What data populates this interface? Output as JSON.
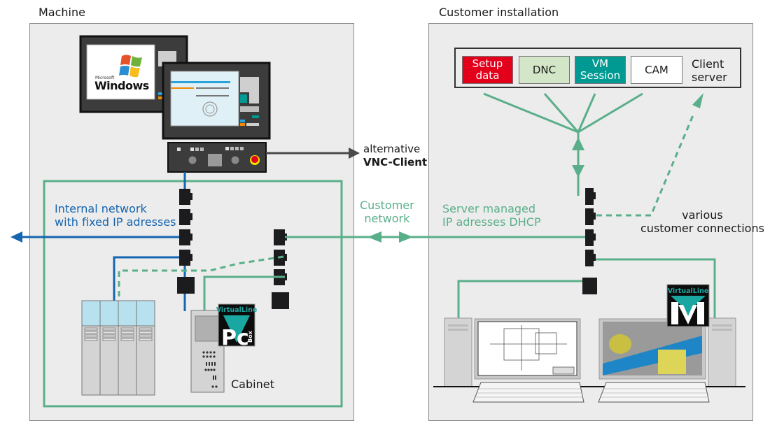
{
  "sections": {
    "machine": {
      "title": "Machine"
    },
    "customer": {
      "title": "Customer installation"
    }
  },
  "client_server": {
    "label_line1": "Client",
    "label_line2": "server",
    "services": [
      {
        "id": "setup-data",
        "line1": "Setup",
        "line2": "data",
        "bg": "#e2001a",
        "fg": "#ffffff"
      },
      {
        "id": "dnc",
        "line1": "DNC",
        "line2": "",
        "bg": "#d3e7c8",
        "fg": "#1a1a1a"
      },
      {
        "id": "vm-session",
        "line1": "VM",
        "line2": "Session",
        "bg": "#009a93",
        "fg": "#ffffff"
      },
      {
        "id": "cam",
        "line1": "CAM",
        "line2": "",
        "bg": "#ffffff",
        "fg": "#1a1a1a"
      }
    ]
  },
  "labels": {
    "vnc_line1": "alternative",
    "vnc_line2": "VNC-Client",
    "internal_line1": "Internal network",
    "internal_line2": "with fixed IP adresses",
    "customer_net_line1": "Customer",
    "customer_net_line2": "network",
    "server_managed_line1": "Server managed",
    "server_managed_line2": "IP adresses DHCP",
    "various_line1": "various",
    "various_line2": "customer connections",
    "cabinet": "Cabinet"
  },
  "screens": {
    "windows_brand_small": "Microsoft",
    "windows_brand": "Windows"
  },
  "badges": {
    "pcbox_title": "VirtualLine",
    "pcbox_letters": "Pc",
    "pcbox_sub": "Box",
    "vm_title": "VirtualLine",
    "vm_letter": "M"
  },
  "colors": {
    "customer_network": "#5aaf8a",
    "internal_network": "#1565b0",
    "vnc_arrow": "#4a4a4a",
    "panel_bg": "#ececec",
    "port": "#1c1c1e",
    "teal": "#1aa7a1"
  }
}
